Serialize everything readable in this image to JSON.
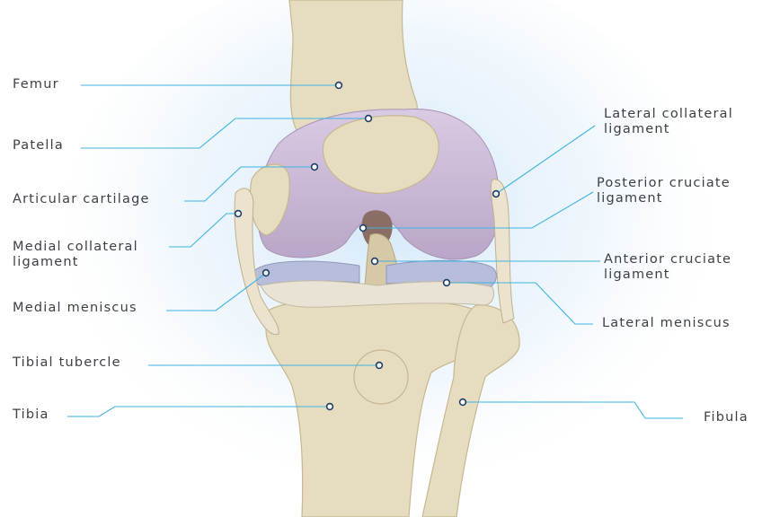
{
  "colors": {
    "bone": "#e6dcc0",
    "bone_shadow": "#c7b78e",
    "cartilage": "#cdbcd6",
    "meniscus": "#b7bedb",
    "ligament": "#ece3cf",
    "leader_line": "#3fb3e0",
    "label_text": "#3d4046"
  },
  "labels": {
    "femur": [
      "Femur"
    ],
    "patella": [
      "Patella"
    ],
    "articular_cartilage": [
      "Articular cartilage"
    ],
    "medial_collateral_ligament": [
      "Medial collateral",
      "ligament"
    ],
    "medial_meniscus": [
      "Medial meniscus"
    ],
    "tibial_tubercle": [
      "Tibial tubercle"
    ],
    "tibia": [
      "Tibia"
    ],
    "lateral_collateral_ligament": [
      "Lateral collateral",
      "ligament"
    ],
    "posterior_cruciate_ligament": [
      "Posterior cruciate",
      "ligament"
    ],
    "anterior_cruciate_ligament": [
      "Anterior cruciate",
      "ligament"
    ],
    "lateral_meniscus": [
      "Lateral meniscus"
    ],
    "fibula": [
      "Fibula"
    ]
  }
}
